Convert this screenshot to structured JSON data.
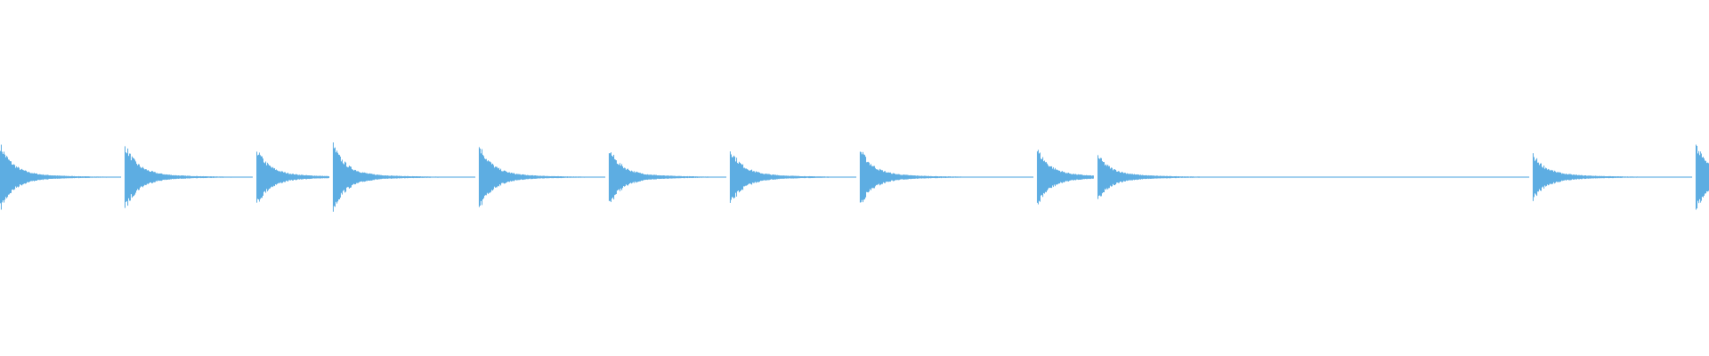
{
  "chart_data": {
    "type": "waveform",
    "title": "",
    "xlabel": "",
    "ylabel": "",
    "color": "#5dade2",
    "background": "#ffffff",
    "grid": false,
    "axes_visible": false,
    "amplitude_range": [
      -1,
      1
    ],
    "events": [
      {
        "onset": 0.0,
        "peak": 0.85
      },
      {
        "onset": 0.073,
        "peak": 0.85
      },
      {
        "onset": 0.15,
        "peak": 0.72
      },
      {
        "onset": 0.195,
        "peak": 0.85
      },
      {
        "onset": 0.28,
        "peak": 0.85
      },
      {
        "onset": 0.356,
        "peak": 0.72
      },
      {
        "onset": 0.427,
        "peak": 0.72
      },
      {
        "onset": 0.503,
        "peak": 0.72
      },
      {
        "onset": 0.607,
        "peak": 0.72
      },
      {
        "onset": 0.642,
        "peak": 0.55
      },
      {
        "onset": 0.897,
        "peak": 0.55
      },
      {
        "onset": 0.992,
        "peak": 0.85
      }
    ]
  }
}
